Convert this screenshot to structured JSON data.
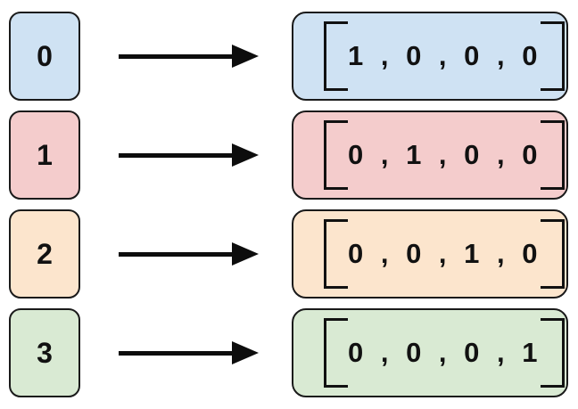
{
  "diagram": {
    "description": "one-hot-encoding-mapping"
  },
  "colors": {
    "background": "#ffffff",
    "border": "#1a1a1a",
    "arrow": "#0d0d0d",
    "text": "#111111",
    "blue": "#cfe2f3",
    "red": "#f4cccc",
    "orange": "#fce5cd",
    "green": "#d9ead3"
  },
  "rows": [
    {
      "label": "0",
      "vector_text": "1 ,  0 ,  0 ,  0",
      "values": [
        1,
        0,
        0,
        0
      ],
      "color": "#cfe2f3"
    },
    {
      "label": "1",
      "vector_text": "0 ,  1 ,  0 ,  0",
      "values": [
        0,
        1,
        0,
        0
      ],
      "color": "#f4cccc"
    },
    {
      "label": "2",
      "vector_text": "0 ,  0 ,  1 ,  0",
      "values": [
        0,
        0,
        1,
        0
      ],
      "color": "#fce5cd"
    },
    {
      "label": "3",
      "vector_text": "0 ,  0 ,  0 ,  1",
      "values": [
        0,
        0,
        0,
        1
      ],
      "color": "#d9ead3"
    }
  ]
}
